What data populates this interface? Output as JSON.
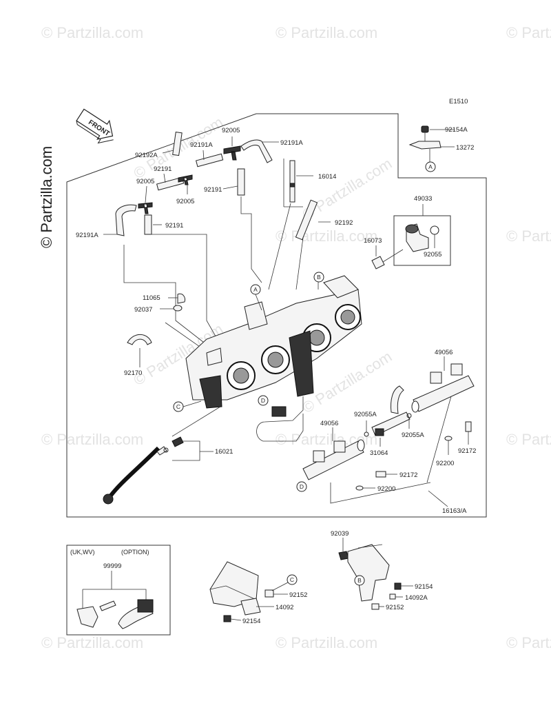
{
  "diagram_code": "E1510",
  "front_label": "FRONT",
  "watermark": "© Partzilla.com",
  "option_box": {
    "region": "(UK,WV)",
    "option": "(OPTION)",
    "part": "99999"
  },
  "callouts": {
    "A": "A",
    "B": "B",
    "C": "C",
    "D": "D"
  },
  "parts": {
    "p92154A": "92154A",
    "p13272": "13272",
    "p92005_a": "92005",
    "p92191A_a": "92191A",
    "p92191A_b": "92191A",
    "p92192A": "92192A",
    "p92191_a": "92191",
    "p92005_b": "92005",
    "p92005_c": "92005",
    "p92191_b": "92191",
    "p16014": "16014",
    "p92191A_c": "92191A",
    "p92191_c": "92191",
    "p92192": "92192",
    "p49033": "49033",
    "p16073": "16073",
    "p92055": "92055",
    "p11065": "11065",
    "p92037": "92037",
    "p92170": "92170",
    "p49056_a": "49056",
    "p49056_b": "49056",
    "p92055A_a": "92055A",
    "p92055A_b": "92055A",
    "p31064": "31064",
    "p92172_a": "92172",
    "p92200_a": "92200",
    "p92172_b": "92172",
    "p92200_b": "92200",
    "p16021": "16021",
    "p16163A": "16163/A",
    "p92039": "92039",
    "p92154_a": "92154",
    "p14092A": "14092A",
    "p92152_a": "92152",
    "p92152_b": "92152",
    "p14092": "14092",
    "p92154_b": "92154"
  }
}
